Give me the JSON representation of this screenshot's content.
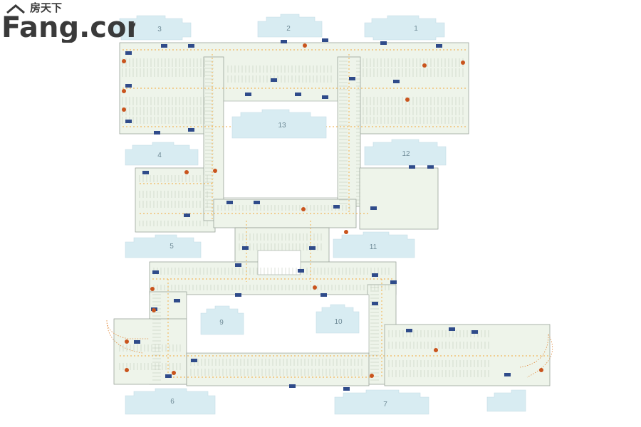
{
  "buildings": [
    {
      "label": "3"
    },
    {
      "label": "2"
    },
    {
      "label": "1"
    },
    {
      "label": "13"
    },
    {
      "label": "4"
    },
    {
      "label": "12"
    },
    {
      "label": "5"
    },
    {
      "label": "11"
    },
    {
      "label": "9"
    },
    {
      "label": "10"
    },
    {
      "label": "6"
    },
    {
      "label": "7"
    }
  ],
  "watermark": {
    "top": "房天下",
    "bottom": "Fang.com"
  },
  "colors": {
    "building": "#d8ecf2",
    "parking": "#eef4ea",
    "route": "#f2a93b",
    "core": "#2f4b8a",
    "exit": "#c9541d"
  },
  "legend_icons": [
    "stair-core-icon",
    "exit-marker-icon",
    "ramp-icon"
  ]
}
